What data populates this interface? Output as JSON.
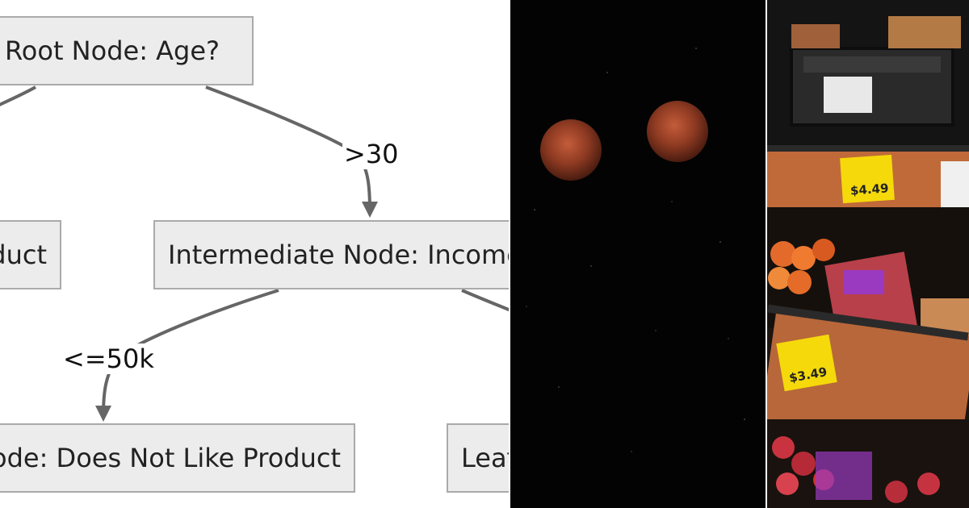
{
  "diagram": {
    "nodes": {
      "root": "Root Node: Age?",
      "left_leaf": "Leaf Node: Likes Product",
      "intermediate": "Intermediate Node: Income?",
      "leaf_low_income": "Leaf Node: Does Not Like Product",
      "leaf_high_income": "Leaf Node: Likes Product"
    },
    "edges": {
      "age_over_30": ">30",
      "income_le_50k": "<=50k"
    }
  },
  "market": {
    "price_top": "$4.49",
    "price_bottom": "$3.49",
    "colors": {
      "price_tag": "#f5d90a",
      "shelf_wood": "#c06a3a"
    }
  }
}
